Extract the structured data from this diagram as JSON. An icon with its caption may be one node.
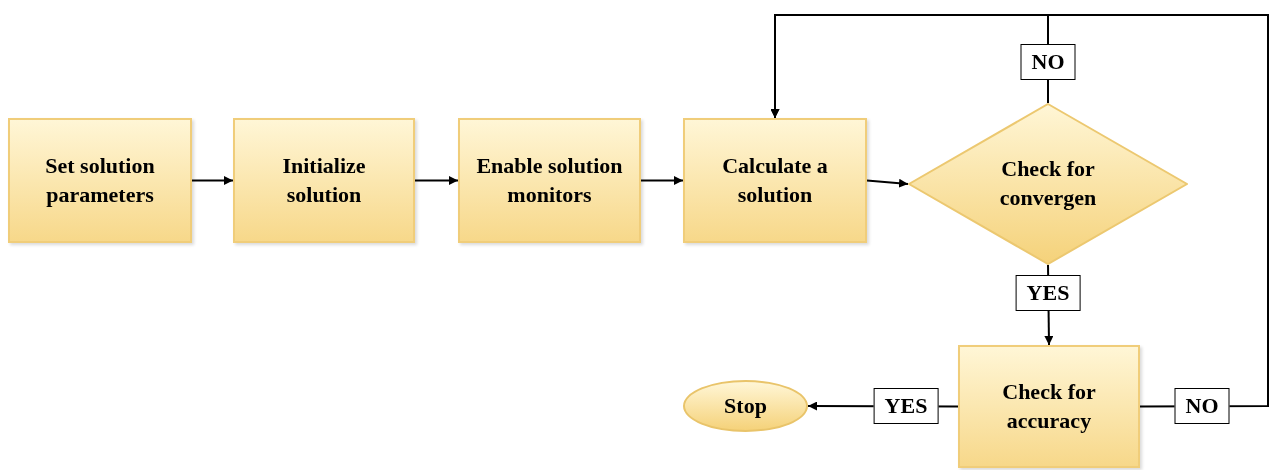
{
  "diagram": {
    "nodes": [
      {
        "text": [
          "Set solution parameters"
        ]
      },
      {
        "text": [
          "Initialize solution"
        ]
      },
      {
        "text": [
          "Enable solution monitors"
        ]
      },
      {
        "text": [
          "Calculate a solution"
        ]
      },
      {
        "text": [
          "Check for convergen"
        ]
      },
      {
        "text": [
          "Check for accuracy"
        ]
      },
      {
        "text": [
          "Stop"
        ]
      }
    ],
    "edges": [
      {
        "from": 0,
        "to": 1,
        "arrow": "to"
      },
      {
        "from": 1,
        "to": 2,
        "arrow": "to"
      },
      {
        "from": 2,
        "to": 3,
        "arrow": "to"
      },
      {
        "from": 3,
        "to": 4,
        "arrow": "to"
      },
      {
        "from": 4,
        "to": 3,
        "arrow": "to",
        "label": "NO"
      },
      {
        "from": 4,
        "to": 5,
        "arrow": "to",
        "label": "YES"
      },
      {
        "from": 5,
        "to": 6,
        "arrow": "to",
        "label": "YES"
      },
      {
        "from": 5,
        "to": 3,
        "arrow": "to",
        "label": "NO"
      }
    ]
  }
}
